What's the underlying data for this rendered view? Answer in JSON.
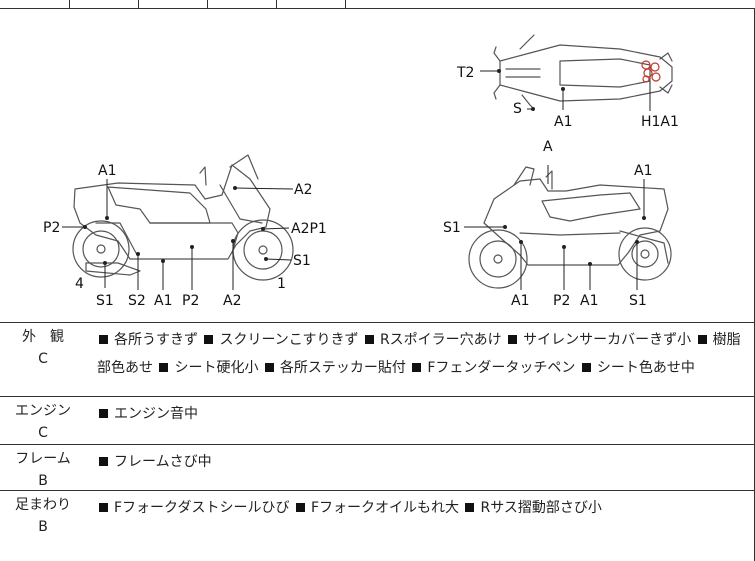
{
  "diagram": {
    "left_side": {
      "labels": [
        "A1",
        "A2",
        "P2",
        "A2P1",
        "S1",
        "4",
        "1",
        "S1",
        "S2",
        "A1",
        "P2",
        "A2"
      ]
    },
    "right_side": {
      "labels": [
        "A",
        "A1",
        "S1",
        "A1",
        "P2",
        "A1",
        "S1"
      ]
    },
    "top_view": {
      "labels": [
        "T2",
        "S",
        "A1",
        "H1A1"
      ]
    }
  },
  "sections": [
    {
      "category": "外　観",
      "grade": "C",
      "notes": [
        "各所うすきず",
        "スクリーンこすりきず",
        "Rスポイラー穴あけ",
        "サイレンサーカバーきず小",
        "樹脂部色あせ",
        "シート硬化小",
        "各所ステッカー貼付",
        "Fフェンダータッチペン",
        "シート色あせ中"
      ]
    },
    {
      "category": "エンジン",
      "grade": "C",
      "notes": [
        "エンジン音中"
      ]
    },
    {
      "category": "フレーム",
      "grade": "B",
      "notes": [
        "フレームさび中"
      ]
    },
    {
      "category": "足まわり",
      "grade": "B",
      "notes": [
        "Fフォークダストシールひび",
        "Fフォークオイルもれ大",
        "Rサス摺動部さび小"
      ]
    }
  ]
}
